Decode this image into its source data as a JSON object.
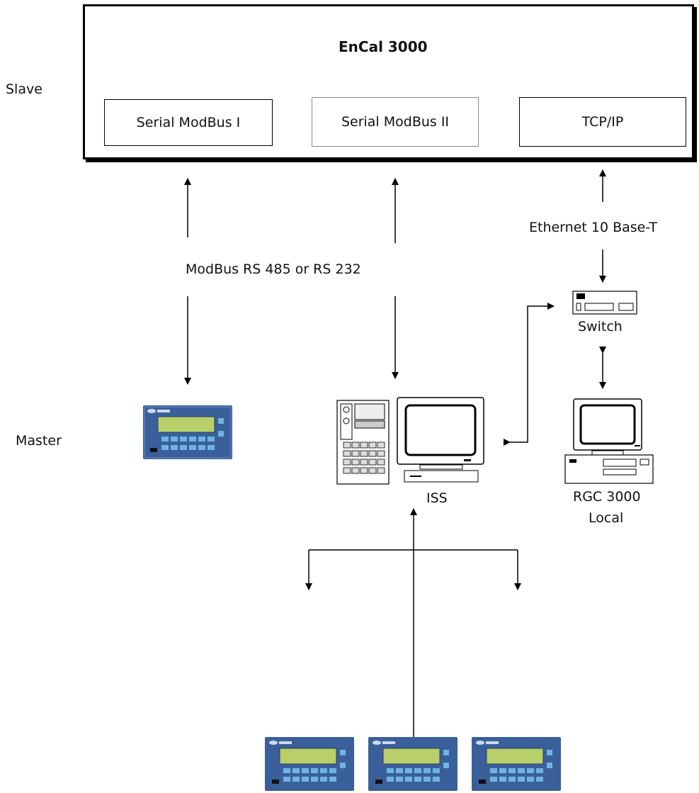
{
  "title": "EnCal 3000",
  "labels": {
    "slave": "Slave",
    "master": "Master"
  },
  "ports": {
    "serial_1": "Serial ModBus I",
    "serial_2": "Serial ModBus II",
    "tcp": "TCP/IP"
  },
  "links": {
    "modbus": "ModBus RS 485 or RS 232",
    "ethernet": "Ethernet 10 Base-T"
  },
  "devices": {
    "switch": "Switch",
    "iss": "ISS",
    "rgc_line1": "RGC 3000",
    "rgc_line2": "Local"
  },
  "colors": {
    "panel_body": "#3a5f9a",
    "panel_screen": "#b8cf6a",
    "panel_keys": "#6fb4e0",
    "line": "#000000"
  },
  "icons": {
    "controller_panel": "controller-panel-icon",
    "workstation": "workstation-icon",
    "switch": "network-switch-icon",
    "desktop_pc": "desktop-pc-icon"
  }
}
